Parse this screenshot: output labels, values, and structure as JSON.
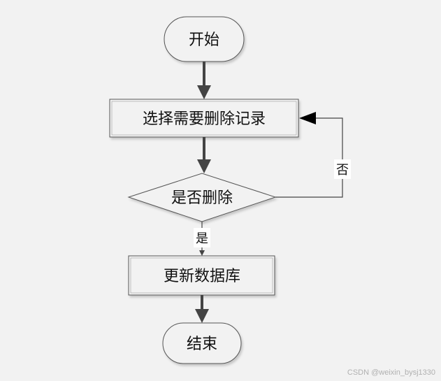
{
  "nodes": {
    "start": "开始",
    "select": "选择需要删除记录",
    "decision": "是否删除",
    "update": "更新数据库",
    "end": "结束"
  },
  "edges": {
    "yes": "是",
    "no": "否"
  },
  "watermark": "CSDN @weixin_bysj1330"
}
